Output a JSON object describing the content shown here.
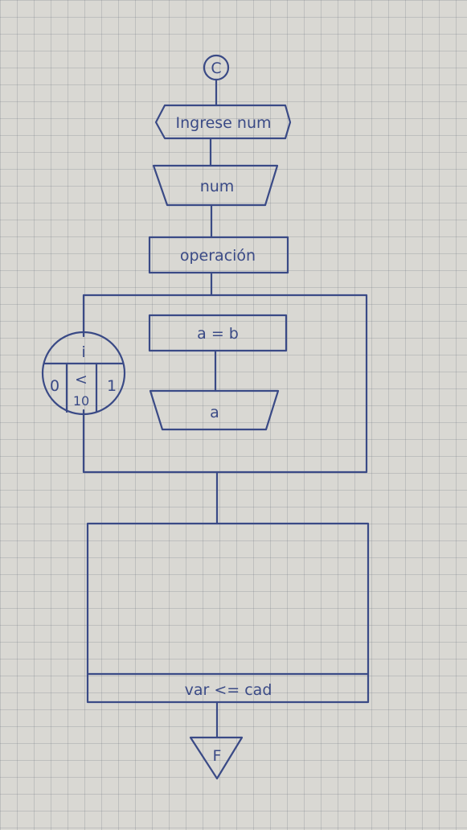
{
  "flowchart": {
    "start": "C",
    "input_prompt": "Ingrese num",
    "read_var": "num",
    "process": "operación",
    "loop": {
      "var": "i",
      "init": "0",
      "cond_op": "<",
      "cond_val": "10",
      "step": "1",
      "assign": "a = b",
      "output": "a"
    },
    "do_while_cond": "var <= cad",
    "end": "F"
  }
}
